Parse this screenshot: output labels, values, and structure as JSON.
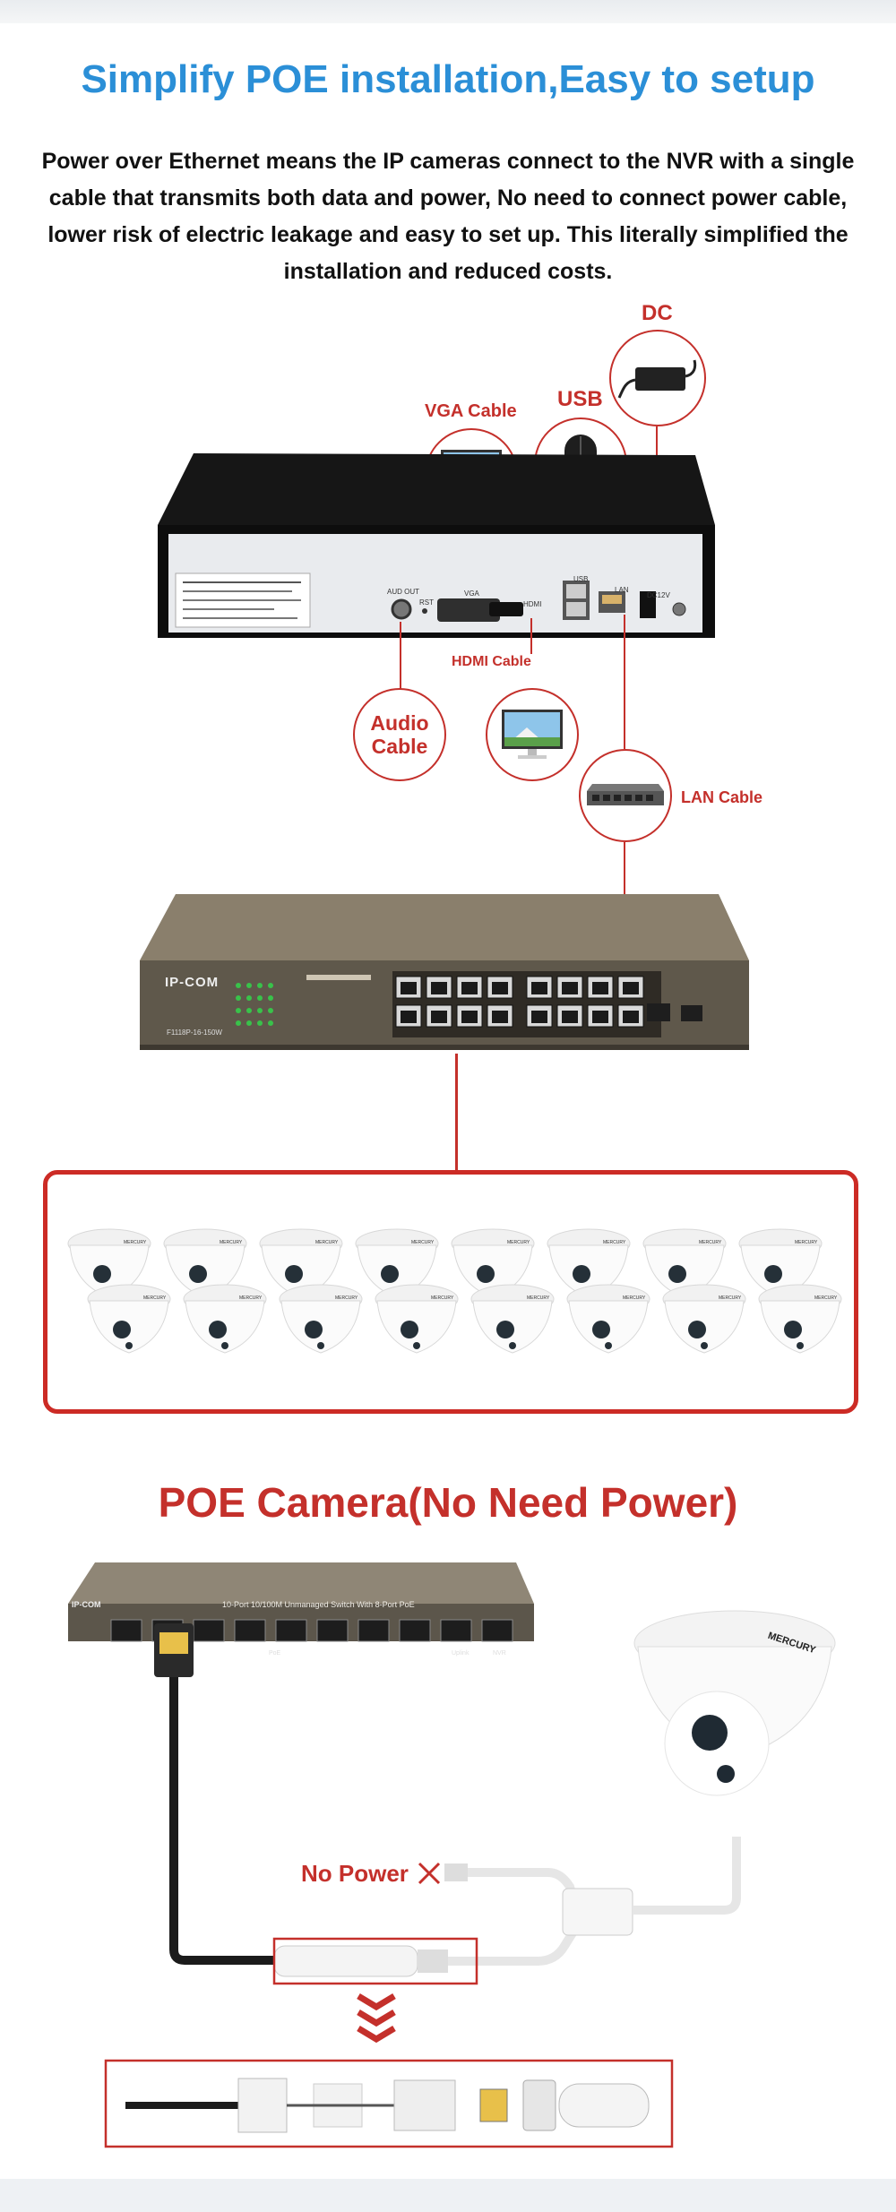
{
  "header": {
    "title": "Simplify POE installation,Easy to setup",
    "description": "Power over Ethernet means the IP cameras connect to the NVR with a single cable that transmits both data and power, No need to connect power cable, lower risk of electric leakage and easy to set up. This literally simplified the installation and reduced costs."
  },
  "diagram1": {
    "dc_label": "DC",
    "usb_label": "USB",
    "vga_label": "VGA Cable",
    "hdmi_label": "HDMI Cable",
    "audio_label_1": "Audio",
    "audio_label_2": "Cable",
    "lan_label": "LAN Cable",
    "nvr_ports": {
      "audio": "AUD OUT",
      "rst": "RST",
      "vga": "VGA",
      "hdmi": "HDMI",
      "usb": "USB",
      "lan": "LAN",
      "dc": "DC12V"
    },
    "switch_brand": "IP-COM",
    "switch_model": "F1118P-16-150W",
    "camera_brand": "MERCURY",
    "camera_count": 16
  },
  "section2": {
    "title": "POE Camera(No Need Power)",
    "no_power_label": "No Power",
    "switch_brand": "IP-COM",
    "switch_caption": "10-Port 10/100M Unmanaged Switch With 8-Port PoE",
    "uplink_label": "Uplink",
    "nvr_label": "NVR",
    "poe_label": "PoE",
    "camera_brand": "MERCURY"
  },
  "colors": {
    "accent_blue": "#2b8fd7",
    "accent_red": "#c4302b"
  }
}
